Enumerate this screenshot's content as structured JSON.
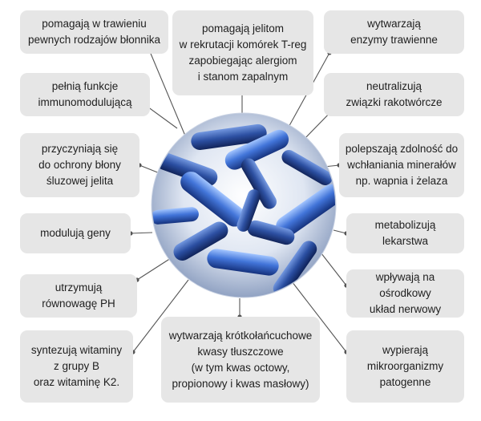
{
  "center_image": "bacteria-microscope-image",
  "colors": {
    "box_fill": "#e6e6e6",
    "connector": "#555555",
    "text": "#1f1f1f"
  },
  "boxes": {
    "trawienie": "pomagają w trawieniu\npewnych rodzajów błonnika",
    "treg": "pomagają jelitom\nw rekrutacji komórek T-reg\nzapobiegając alergiom\ni stanom zapalnym",
    "enzymy": "wytwarzają\nenzymy trawienne",
    "immuno": "pełnią funkcje\nimmunomodulującą",
    "rakotworcze": "neutralizują\nzwiązki rakotwórcze",
    "ochrona": "przyczyniają się\ndo ochrony błony\nśluzowej jelita",
    "wchlanianie": "polepszają zdolność do\nwchłaniania minerałów\nnp. wapnia i żelaza",
    "geny": "modulują geny",
    "leki": "metabolizują lekarstwa",
    "ph": "utrzymują\nrównowagę PH",
    "nerwowy": "wpływają na ośrodkowy\nukład nerwowy",
    "witaminy": "syntezują witaminy\nz grupy B\noraz witaminę K2.",
    "kwasy": "wytwarzają krótkołańcuchowe\nkwasy tłuszczowe\n(w tym kwas octowy,\npropionowy i kwas masłowy)",
    "patogeny": "wypierają\nmikroorganizmy\npatogenne"
  }
}
